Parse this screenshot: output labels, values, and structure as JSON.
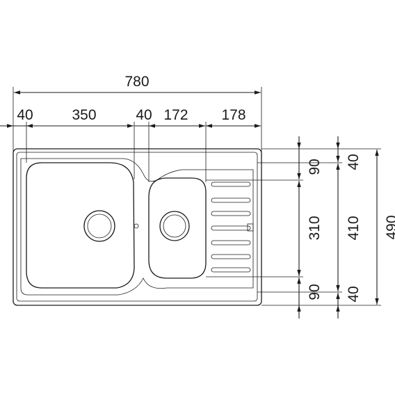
{
  "dimensions": {
    "overall_width": "780",
    "left_edge": "40",
    "main_bowl_width": "350",
    "divider": "40",
    "second_bowl_width": "172",
    "drainer_width": "178",
    "small_top": "90",
    "small_middle": "310",
    "small_bottom": "90",
    "mid_top": "40",
    "mid_middle": "410",
    "mid_bottom": "40",
    "overall_depth": "490"
  },
  "colors": {
    "line": "#1a1a1a",
    "background": "#ffffff"
  }
}
